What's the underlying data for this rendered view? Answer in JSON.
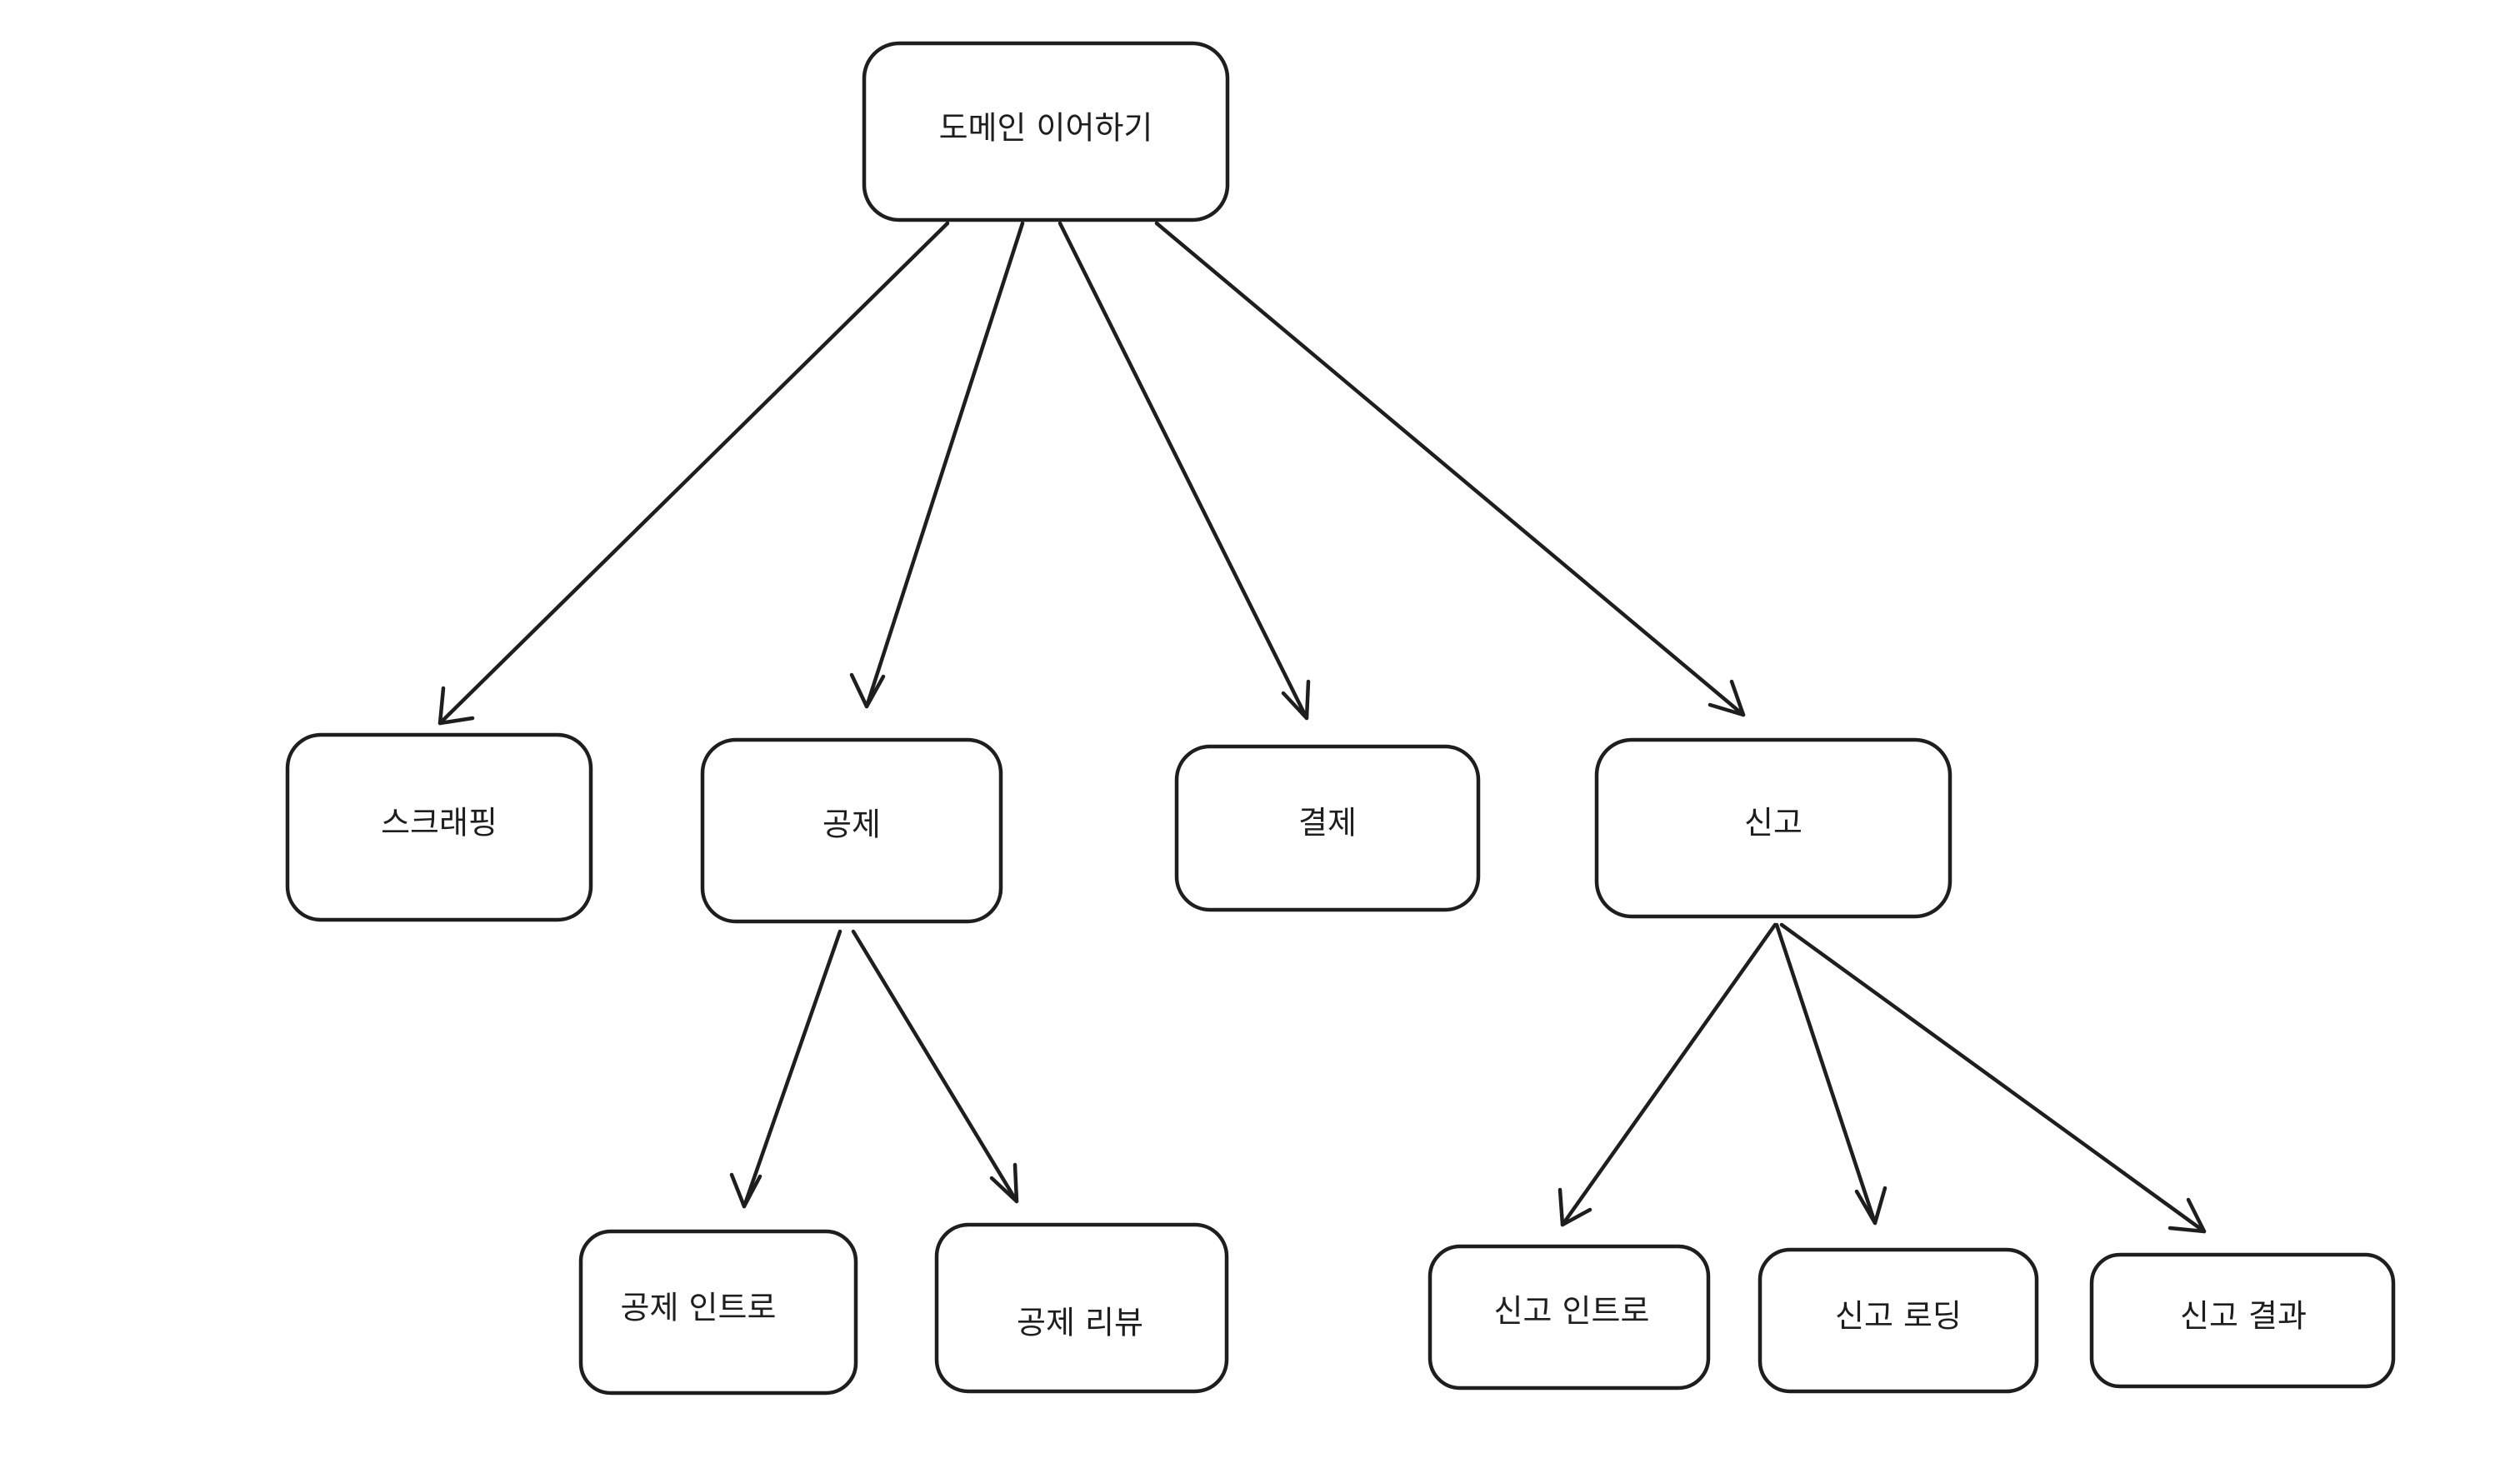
{
  "diagram": {
    "root": {
      "label": "도메인 이어하기"
    },
    "level1": [
      {
        "label": "스크래핑"
      },
      {
        "label": "공제"
      },
      {
        "label": "결제"
      },
      {
        "label": "신고"
      }
    ],
    "deduction_children": [
      {
        "label": "공제 인트로"
      },
      {
        "label": "공제 리뷰"
      }
    ],
    "report_children": [
      {
        "label": "신고 인트로"
      },
      {
        "label": "신고 로딩"
      },
      {
        "label": "신고 결과"
      }
    ]
  },
  "colors": {
    "stroke": "#1e1e1e",
    "fill": "#ffffff",
    "background": "#ffffff"
  }
}
